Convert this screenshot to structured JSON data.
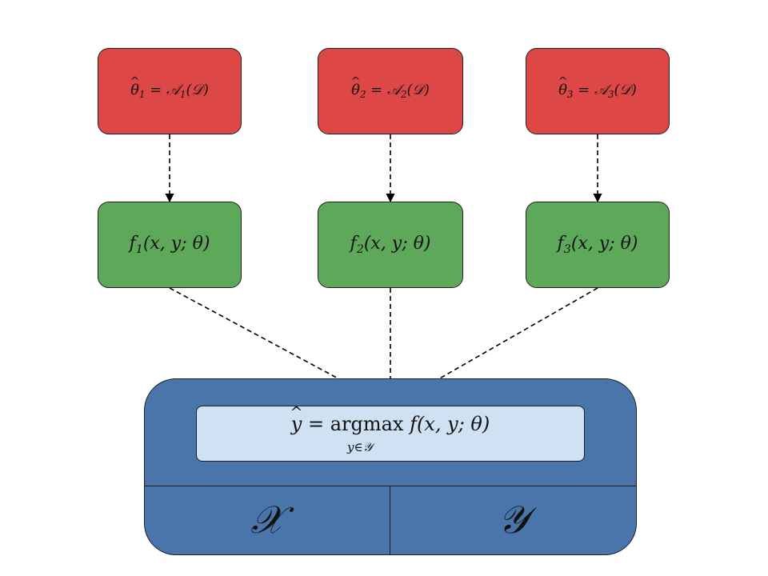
{
  "learners": [
    {
      "a": "θ",
      "a_sub": "1",
      "b": "𝒜",
      "b_sub": "1",
      "arg": "(𝒟)"
    },
    {
      "a": "θ",
      "a_sub": "2",
      "b": "𝒜",
      "b_sub": "2",
      "arg": "(𝒟)"
    },
    {
      "a": "θ",
      "a_sub": "3",
      "b": "𝒜",
      "b_sub": "3",
      "arg": "(𝒟)"
    }
  ],
  "models": [
    {
      "f": "f",
      "sub": "1",
      "args": "(x, y; θ)"
    },
    {
      "f": "f",
      "sub": "2",
      "args": "(x, y; θ)"
    },
    {
      "f": "f",
      "sub": "3",
      "args": "(x, y; θ)"
    }
  ],
  "inference": {
    "lhs": "y",
    "op": "argmax",
    "rhs": "f(x, y; θ)",
    "under": "y∈𝒴",
    "input_space": "𝒳",
    "output_space": "𝒴"
  },
  "colors": {
    "learner_fill": "#dd4745",
    "model_fill": "#5ea85a",
    "inference_fill": "#4a75aa",
    "equation_fill": "#cfe2f3",
    "edge": "#1f1f1f"
  }
}
